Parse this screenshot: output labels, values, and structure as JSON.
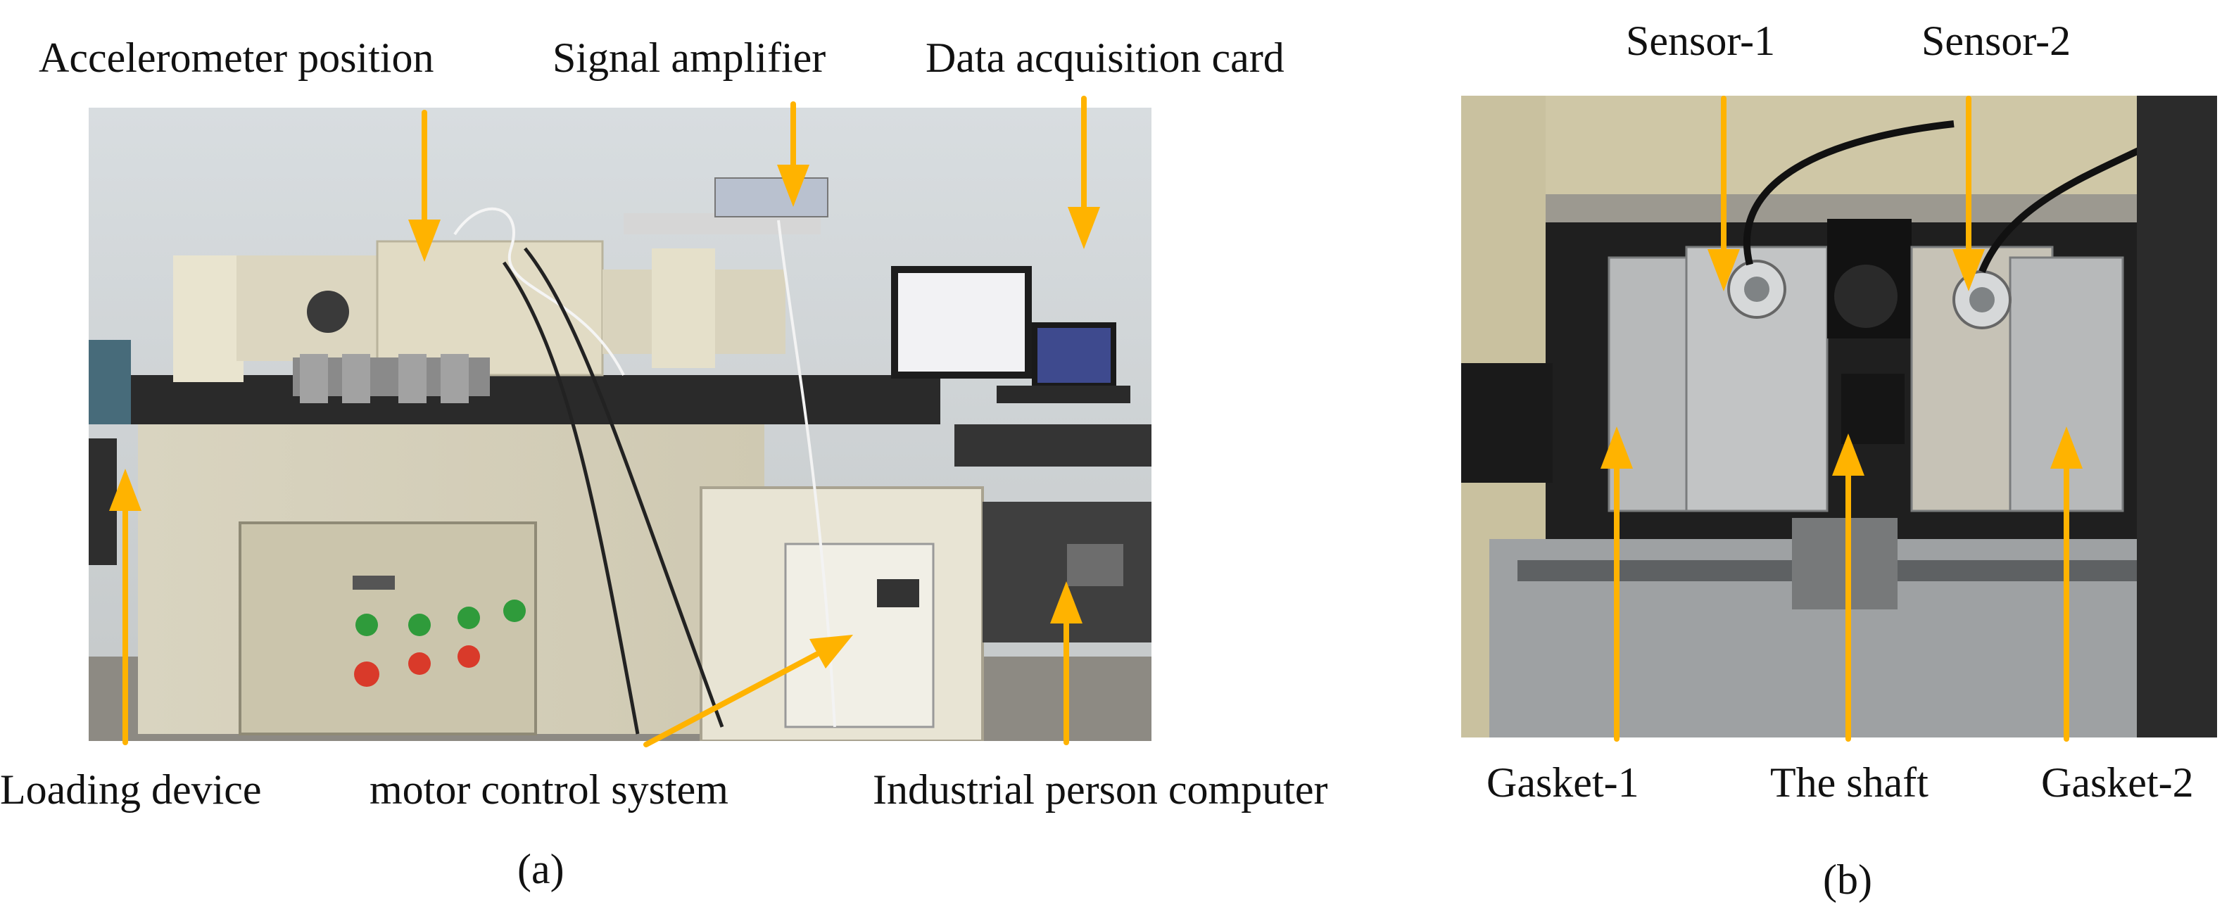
{
  "panel_a": {
    "caption": "(a)",
    "labels": {
      "accelerometer_position": "Accelerometer position",
      "signal_amplifier": "Signal amplifier",
      "data_acquisition_card": "Data acquisition card",
      "loading_device": "Loading device",
      "motor_control_system": "motor control system",
      "industrial_person_computer": "Industrial person computer"
    }
  },
  "panel_b": {
    "caption": "(b)",
    "labels": {
      "sensor_1": "Sensor-1",
      "sensor_2": "Sensor-2",
      "gasket_1": "Gasket-1",
      "the_shaft": "The shaft",
      "gasket_2": "Gasket-2"
    }
  },
  "colors": {
    "arrow": "#FFB300",
    "text": "#111111"
  }
}
